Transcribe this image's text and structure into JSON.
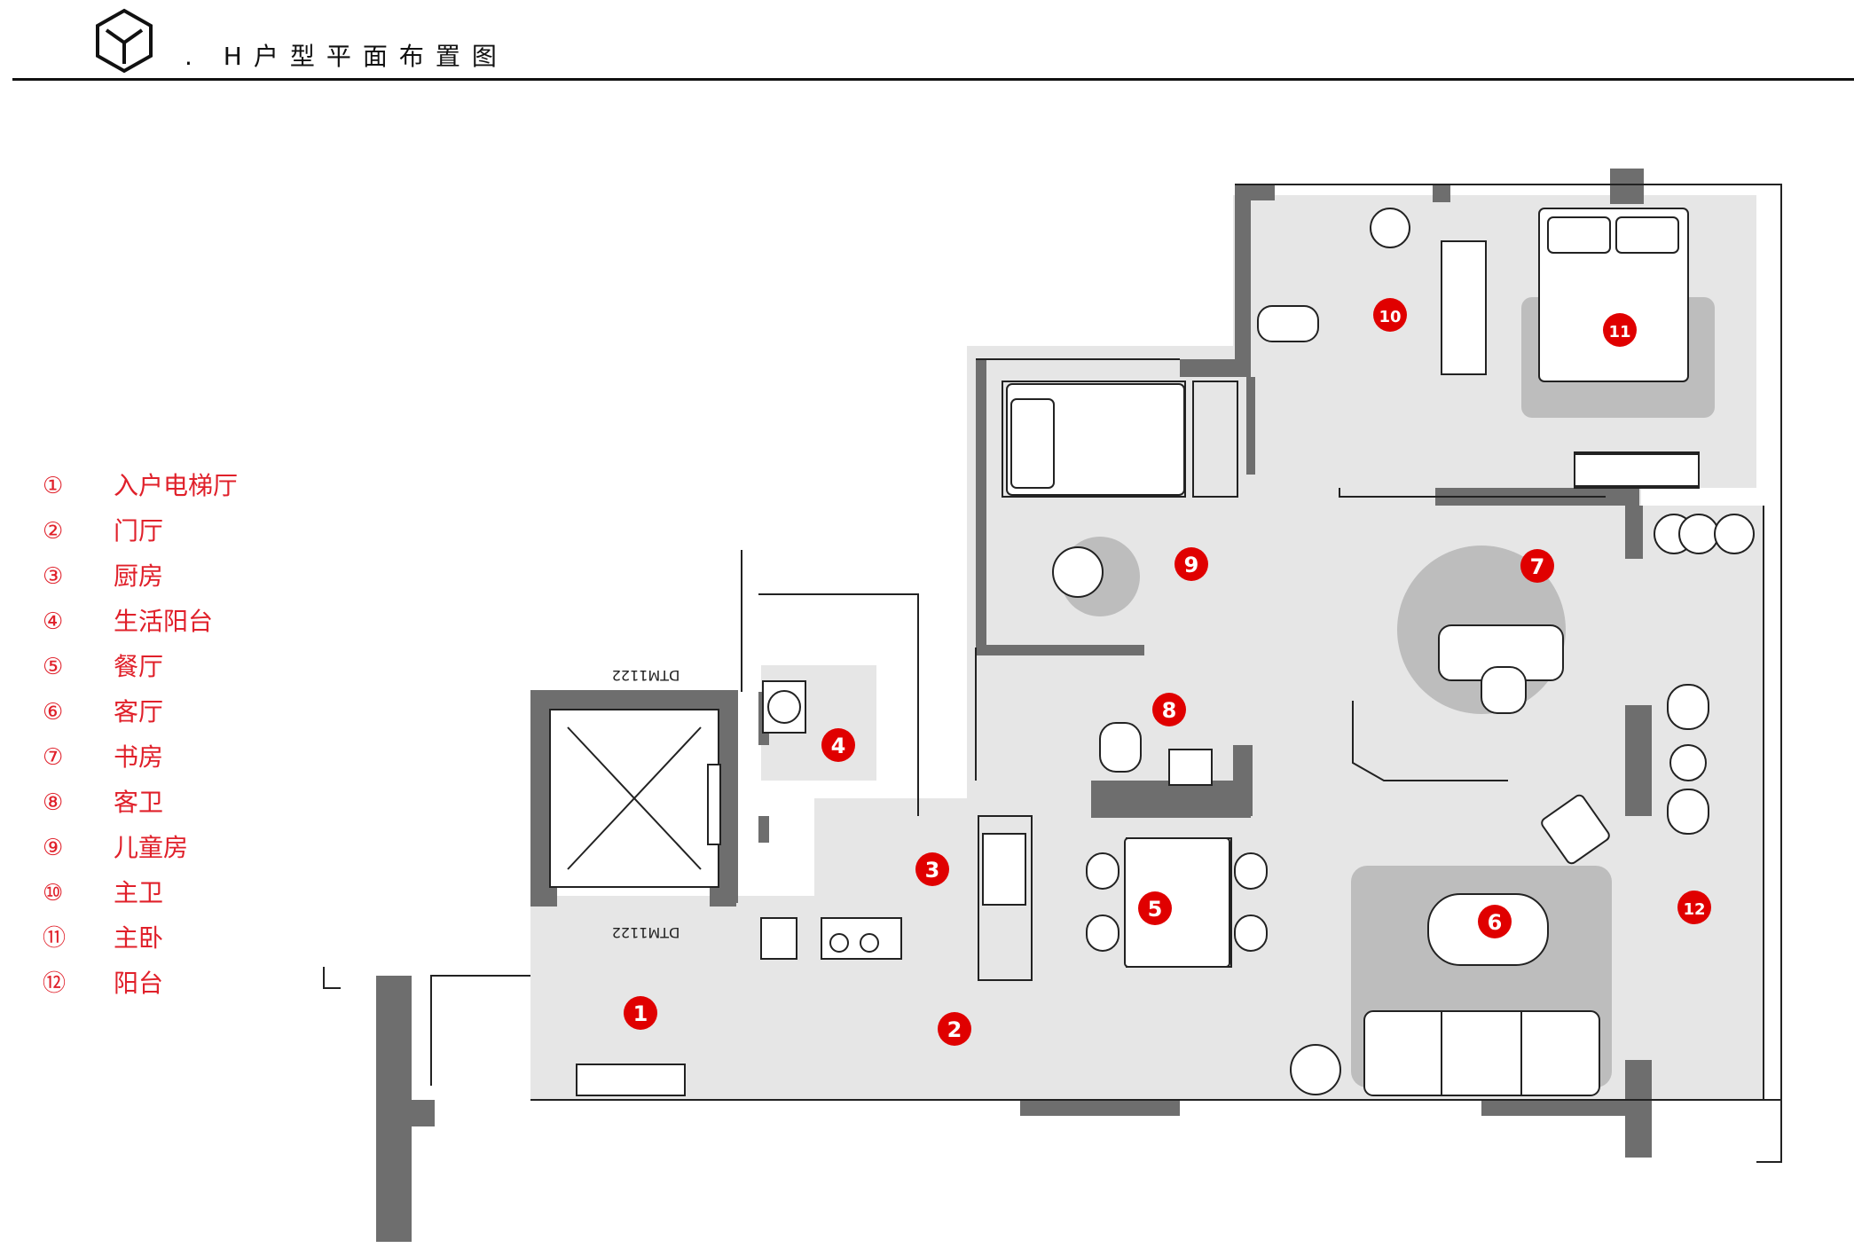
{
  "header": {
    "logo_icon": "cube-y-logo-icon",
    "title": ". H户型平面布置图"
  },
  "legend": [
    {
      "num": "①",
      "label": "入户电梯厅"
    },
    {
      "num": "②",
      "label": "门厅"
    },
    {
      "num": "③",
      "label": "厨房"
    },
    {
      "num": "④",
      "label": "生活阳台"
    },
    {
      "num": "⑤",
      "label": "餐厅"
    },
    {
      "num": "⑥",
      "label": "客厅"
    },
    {
      "num": "⑦",
      "label": "书房"
    },
    {
      "num": "⑧",
      "label": "客卫"
    },
    {
      "num": "⑨",
      "label": "儿童房"
    },
    {
      "num": "⑩",
      "label": "主卫"
    },
    {
      "num": "⑪",
      "label": "主卧"
    },
    {
      "num": "⑫",
      "label": "阳台"
    }
  ],
  "plan": {
    "elevator_label_top": "DTM1122",
    "elevator_label_bottom": "DTM1122",
    "room_markers": [
      "1",
      "2",
      "3",
      "4",
      "5",
      "6",
      "7",
      "8",
      "9",
      "10",
      "11",
      "12"
    ]
  },
  "colors": {
    "legend_red": "#e0202a",
    "marker_red": "#e00000",
    "wall": "#6e6e6e",
    "floor": "#e6e6e6",
    "rug": "#bdbdbd"
  }
}
